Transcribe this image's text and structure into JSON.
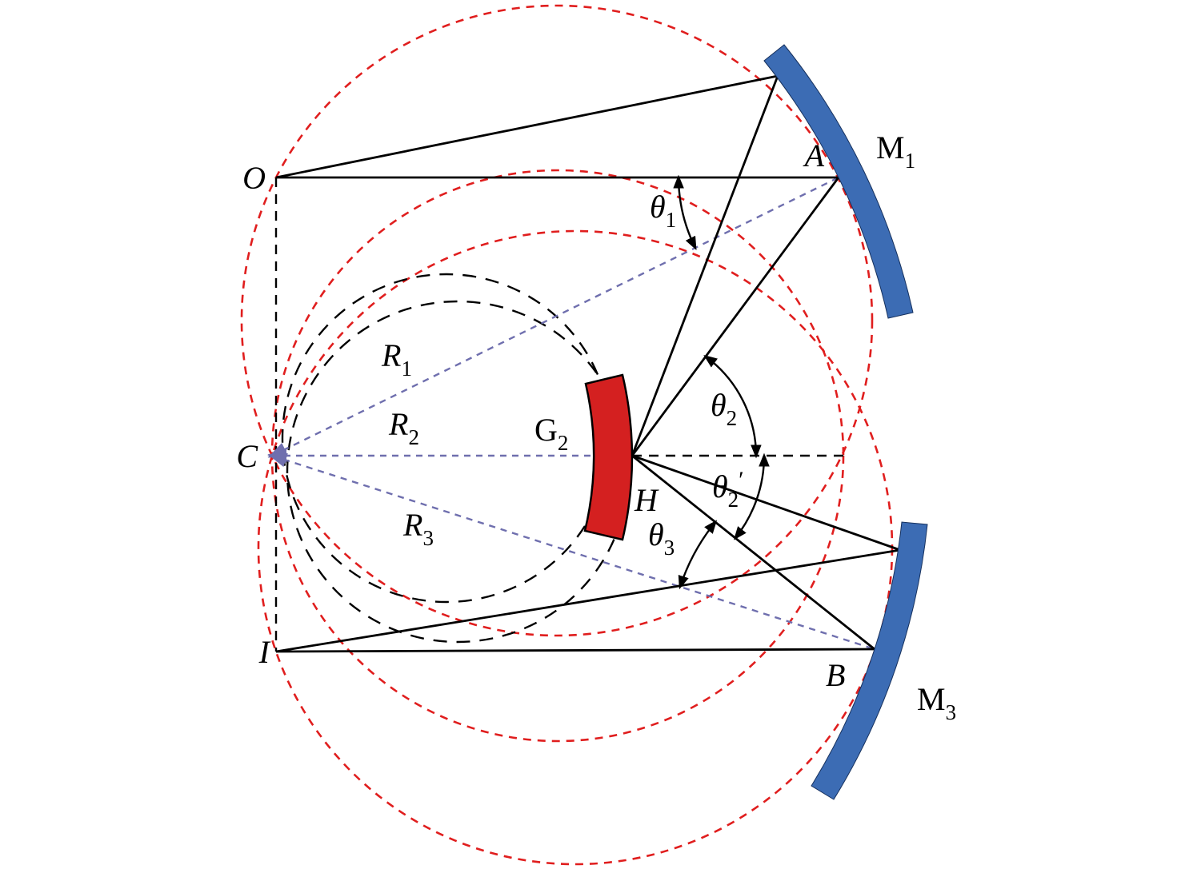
{
  "colors": {
    "red_circle": "#e01e1e",
    "purple_radius": "#6f6fae",
    "mirror_blue": "#3c6cb4",
    "grating_red": "#d42020",
    "black": "#000000"
  },
  "labels": {
    "O": {
      "pre": "O"
    },
    "A": {
      "pre": "A"
    },
    "M1": {
      "pre": "M",
      "sub": "1"
    },
    "theta1": {
      "pre": "θ",
      "sub": "1"
    },
    "R1": {
      "pre": "R",
      "sub": "1"
    },
    "R2": {
      "pre": "R",
      "sub": "2"
    },
    "C": {
      "pre": "C"
    },
    "G2": {
      "pre": "G",
      "sub": "2"
    },
    "H": {
      "pre": "H"
    },
    "theta2": {
      "pre": "θ",
      "sub": "2"
    },
    "theta2p": {
      "pre": "θ",
      "sub": "2",
      "post": "′"
    },
    "theta3": {
      "pre": "θ",
      "sub": "3"
    },
    "R3": {
      "pre": "R",
      "sub": "3"
    },
    "I": {
      "pre": "I"
    },
    "B": {
      "pre": "B"
    },
    "M3": {
      "pre": "M",
      "sub": "3"
    }
  }
}
